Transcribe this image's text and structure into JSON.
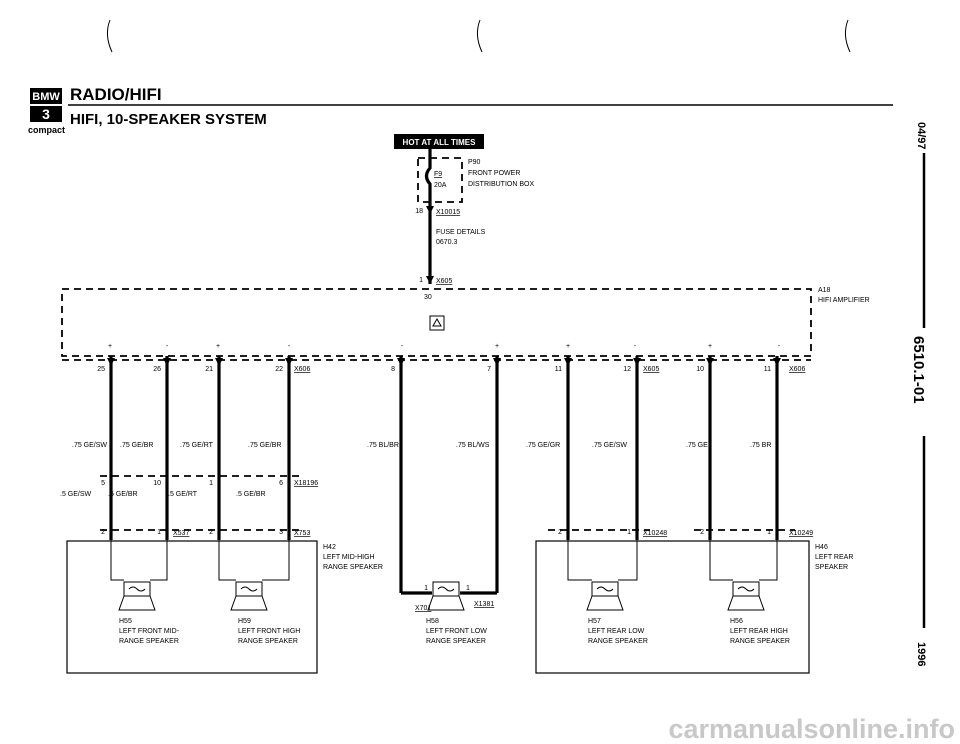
{
  "header": {
    "logo_top": "BMW",
    "logo_num": "3",
    "logo_sub": "compact",
    "title": "RADIO/HIFI",
    "subtitle": "HIFI, 10-SPEAKER SYSTEM"
  },
  "margin": {
    "date": "04/97",
    "page": "6510.1-01",
    "year": "1996"
  },
  "watermark": "carmanualsonline.info",
  "top_circuit": {
    "hot_label": "HOT AT ALL TIMES",
    "fuse_id": "F9",
    "fuse_amp": "20A",
    "box_id": "P90",
    "box_name_1": "FRONT POWER",
    "box_name_2": "DISTRIBUTION BOX",
    "conn1_pin": "18",
    "conn1_id": "X10015",
    "fuse_details_1": "FUSE DETAILS",
    "fuse_details_2": "0670.3",
    "conn2_pin": "1",
    "conn2_id": "X605",
    "amp_pin": "30"
  },
  "amplifier": {
    "id": "A18",
    "name": "HIFI AMPLIFIER"
  },
  "polarity": [
    "+",
    "-",
    "+",
    "-",
    "-",
    "+",
    "+",
    "-",
    "+",
    "-"
  ],
  "connectors": {
    "x606a": "X606",
    "x605": "X605",
    "x606b": "X606",
    "x18196": "X18196",
    "x537": "X537",
    "x753": "X753",
    "x10248": "X10248",
    "x10249": "X10249",
    "x701": "X701",
    "x1381": "X1381"
  },
  "wires": [
    {
      "pin": "25",
      "color": ".75 GE/SW",
      "pin2": "5",
      "color2": ".5 GE/SW",
      "pin3": "2"
    },
    {
      "pin": "26",
      "color": ".75 GE/BR",
      "pin2": "10",
      "color2": ".5 GE/BR",
      "pin3": "1"
    },
    {
      "pin": "21",
      "color": ".75 GE/RT",
      "pin2": "1",
      "color2": ".5 GE/RT",
      "pin3": "2"
    },
    {
      "pin": "22",
      "color": ".75 GE/BR",
      "pin2": "6",
      "color2": ".5 GE/BR",
      "pin3": "3"
    },
    {
      "pin": "8",
      "color": ".75 BL/BR",
      "pin3": "1"
    },
    {
      "pin": "7",
      "color": ".75 BL/WS",
      "pin3": "1"
    },
    {
      "pin": "11",
      "color": ".75 GE/GR",
      "pin3": "2"
    },
    {
      "pin": "12",
      "color": ".75 GE/SW",
      "pin3": "1"
    },
    {
      "pin": "10",
      "color": ".75 GE",
      "pin3": "2"
    },
    {
      "pin": "11",
      "color": ".75 BR",
      "pin3": "1"
    }
  ],
  "speakers": {
    "h42_id": "H42",
    "h42_1": "LEFT MID-HIGH",
    "h42_2": "RANGE SPEAKER",
    "h55_id": "H55",
    "h55_1": "LEFT FRONT MID-",
    "h55_2": "RANGE SPEAKER",
    "h59_id": "H59",
    "h59_1": "LEFT FRONT HIGH",
    "h59_2": "RANGE SPEAKER",
    "h58_id": "H58",
    "h58_1": "LEFT FRONT LOW",
    "h58_2": "RANGE SPEAKER",
    "h46_id": "H46",
    "h46_1": "LEFT REAR",
    "h46_2": "SPEAKER",
    "h57_id": "H57",
    "h57_1": "LEFT REAR LOW",
    "h57_2": "RANGE SPEAKER",
    "h56_id": "H56",
    "h56_1": "LEFT REAR HIGH",
    "h56_2": "RANGE SPEAKER"
  }
}
